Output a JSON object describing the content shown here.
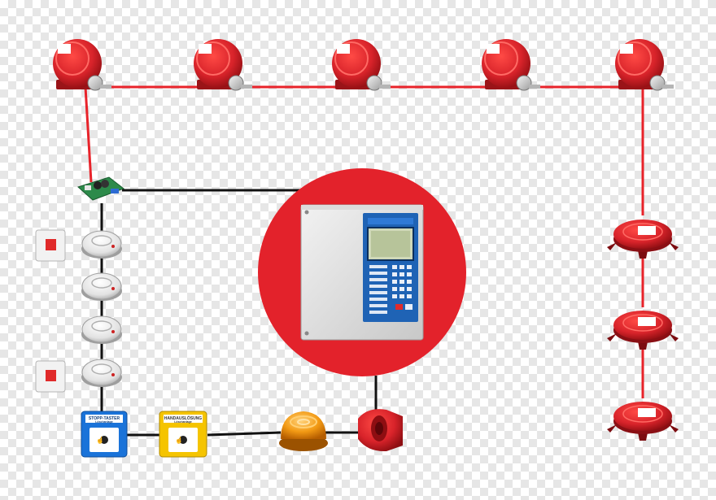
{
  "diagram": {
    "colors": {
      "red_wire": "#e8232a",
      "black_wire": "#111111",
      "panel_circle": "#e3222b",
      "device_red": "#d8232a",
      "panel_blue": "#1f63b5",
      "call_point_blue": "#1a73d9",
      "call_point_yellow": "#f5c400",
      "beacon_amber": "#f39a14"
    },
    "manual_call_points": [
      {
        "label": "STOPP-TASTER",
        "sublabel": "Löschanlage"
      },
      {
        "label": "HANDAUSLÖSUNG",
        "sublabel": "Löschanlage"
      }
    ],
    "extinguishing_units": [
      {
        "icon": "extinguishing-container-icon"
      },
      {
        "icon": "extinguishing-container-icon"
      },
      {
        "icon": "extinguishing-container-icon"
      },
      {
        "icon": "extinguishing-container-icon"
      },
      {
        "icon": "extinguishing-container-icon"
      }
    ],
    "flat_generators": [
      {
        "icon": "flat-aerosol-generator-icon"
      },
      {
        "icon": "flat-aerosol-generator-icon"
      },
      {
        "icon": "flat-aerosol-generator-icon"
      }
    ],
    "smoke_detectors": [
      {
        "icon": "smoke-detector-icon"
      },
      {
        "icon": "smoke-detector-icon"
      },
      {
        "icon": "smoke-detector-icon"
      },
      {
        "icon": "smoke-detector-icon"
      }
    ],
    "indicators": [
      {
        "icon": "remote-indicator-icon"
      },
      {
        "icon": "remote-indicator-icon"
      }
    ]
  }
}
